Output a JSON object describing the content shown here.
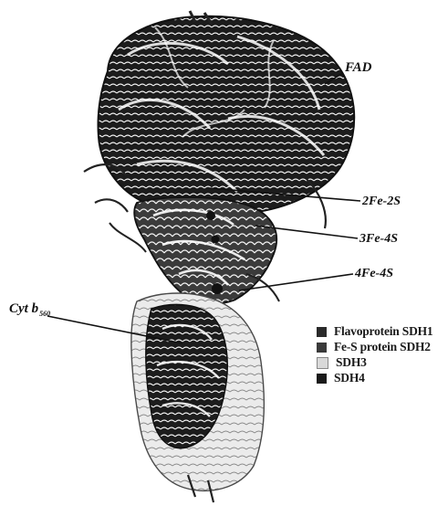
{
  "labels": {
    "fad": "FAD",
    "fe2s": "2Fe-2S",
    "fe3s": "3Fe-4S",
    "fe4s": "4Fe-4S",
    "cyt": "Cyt b",
    "cyt_sub": "560"
  },
  "legend": [
    {
      "label": "Flavoprotein SDH1",
      "color": "#2a2a2a"
    },
    {
      "label": "Fe-S protein SDH2",
      "color": "#3a3a3a"
    },
    {
      "label": "SDH3",
      "color": "#d9d9d9"
    },
    {
      "label": "SDH4",
      "color": "#1a1a1a"
    }
  ],
  "colors": {
    "flavoprotein": "#2a2a2a",
    "fes_protein": "#3a3a3a",
    "sdh3": "#d9d9d9",
    "sdh4": "#1a1a1a"
  }
}
